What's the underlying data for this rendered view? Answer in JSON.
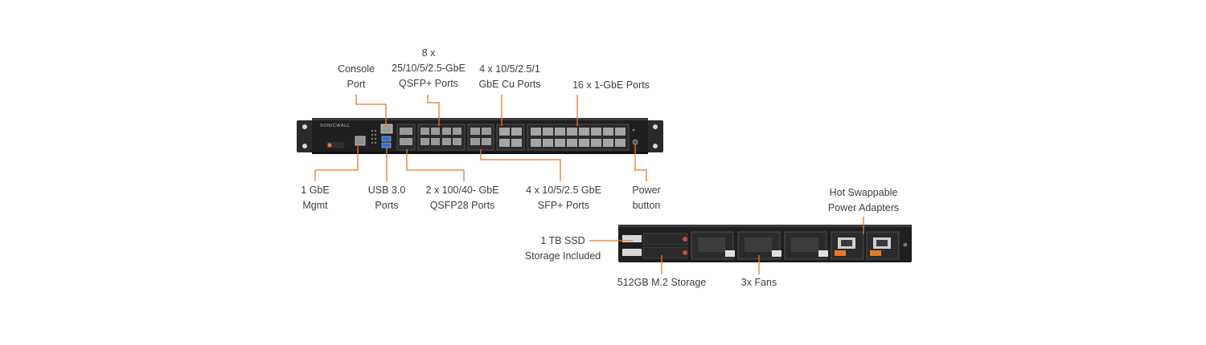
{
  "front_labels": {
    "console_port": [
      "Console",
      "Port"
    ],
    "qsfp_plus": [
      "8  x",
      "25/10/5/2.5-GbE",
      "QSFP+ Ports"
    ],
    "cu_ports": [
      "4 x 10/5/2.5/1",
      "GbE Cu Ports"
    ],
    "gbe_ports": [
      "16 x 1-GbE Ports"
    ],
    "mgmt": [
      "1 GbE",
      "Mgmt"
    ],
    "usb": [
      "USB 3.0",
      "Ports"
    ],
    "qsfp28": [
      "2 x 100/40- GbE",
      "QSFP28 Ports"
    ],
    "sfp_plus": [
      "4 x 10/5/2.5 GbE",
      "SFP+ Ports"
    ],
    "power_button": [
      "Power",
      "button"
    ]
  },
  "rear_labels": {
    "power_adapters": [
      "Hot Swappable",
      "Power Adapters"
    ],
    "ssd": [
      "1 TB SSD",
      "Storage Included"
    ],
    "m2_storage": [
      "512GB M.2 Storage"
    ],
    "fans": [
      "3x Fans"
    ]
  },
  "device": {
    "brand": "SONICWALL"
  },
  "colors": {
    "leader": "#e8782a",
    "chassis": "#1f1f21",
    "port": "#9a9a9a",
    "label_text": "#3d3d3d"
  }
}
